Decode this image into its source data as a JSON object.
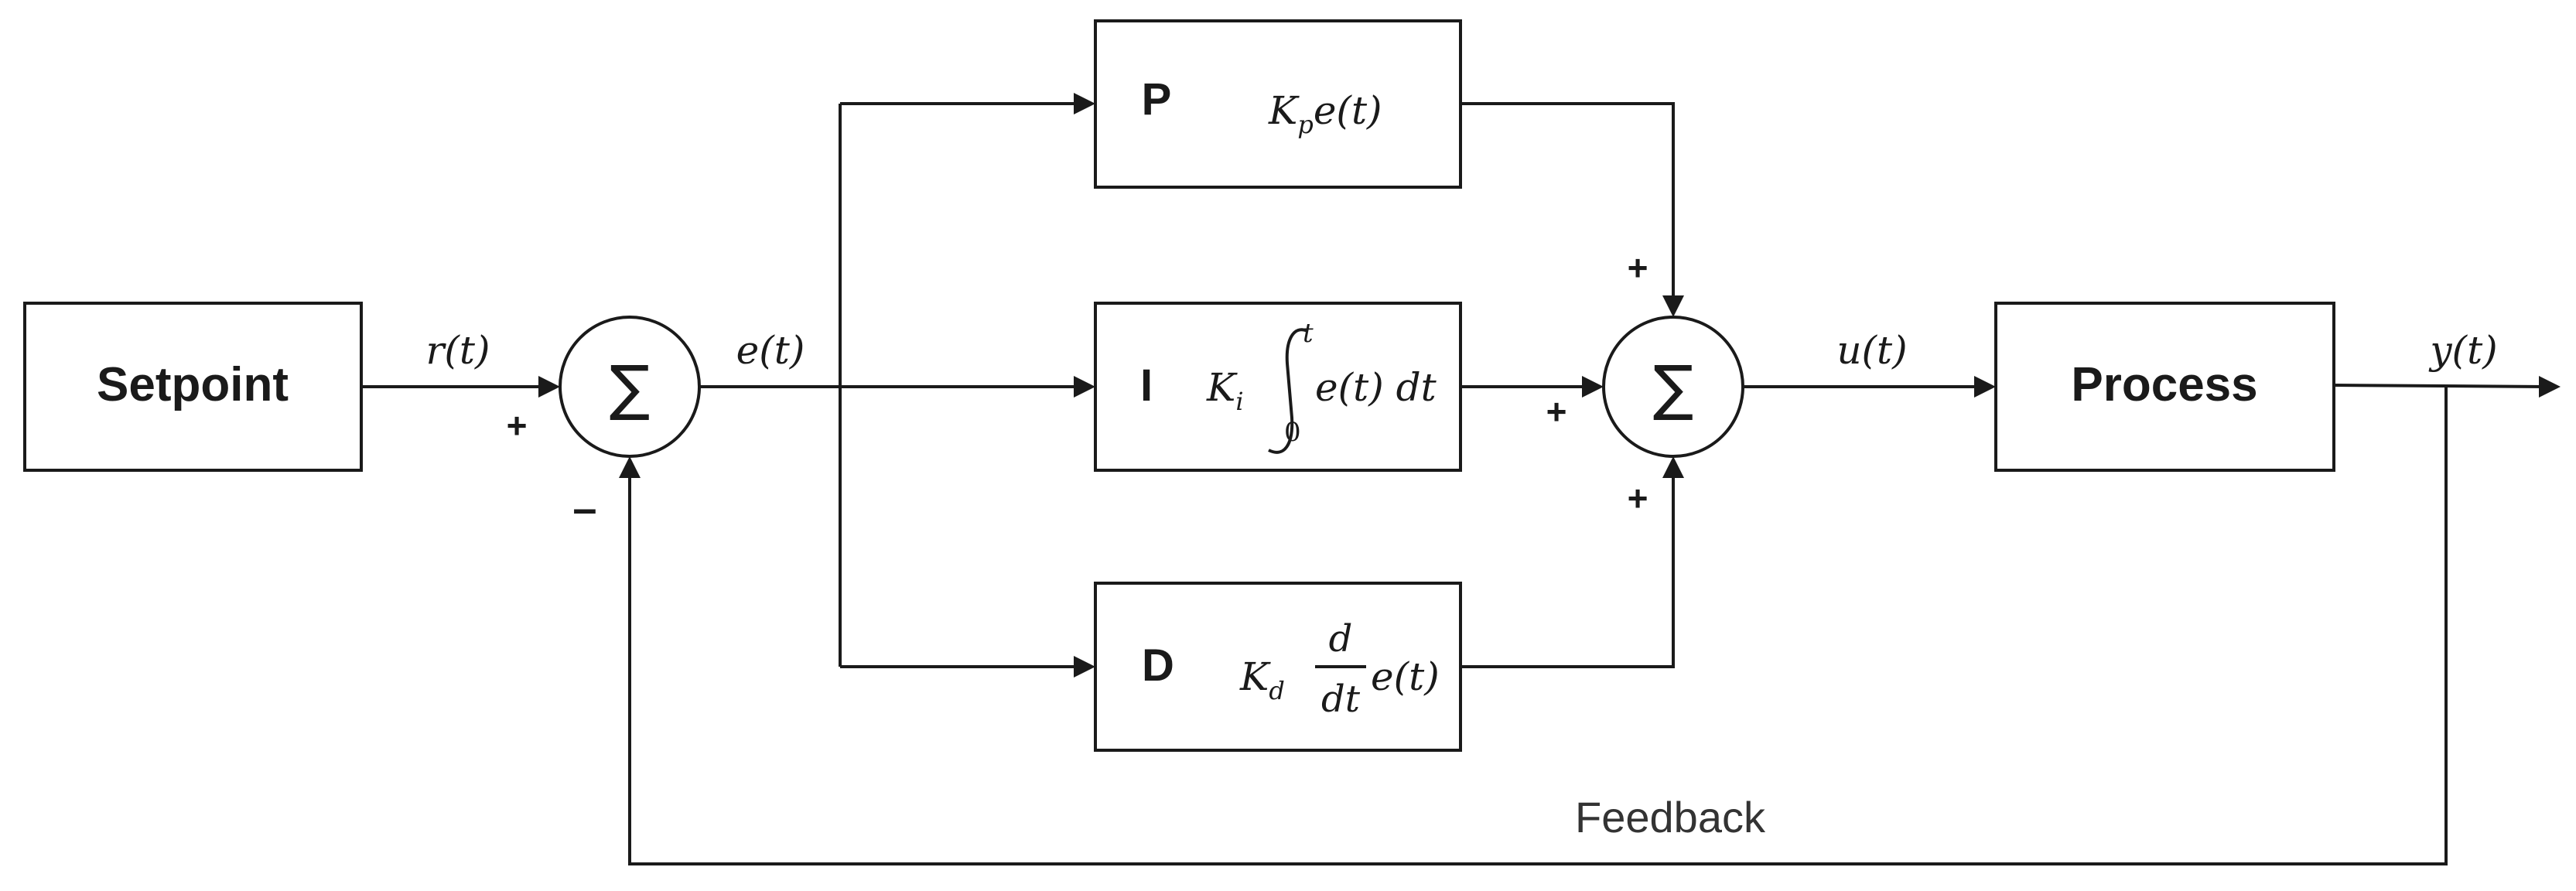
{
  "blocks": {
    "setpoint": "Setpoint",
    "process": "Process",
    "p_letter": "P",
    "i_letter": "I",
    "d_letter": "D"
  },
  "formulas": {
    "p": {
      "gain": "K",
      "sub": "p",
      "body": "e(t)"
    },
    "i": {
      "gain": "K",
      "sub": "i",
      "upper": "t",
      "lower": "0",
      "integrand": "e(t) dt"
    },
    "d": {
      "gain": "K",
      "sub": "d",
      "num": "d",
      "den": "dt",
      "body": "e(t)"
    }
  },
  "signals": {
    "reference": "r(t)",
    "error": "e(t)",
    "control": "u(t)",
    "output": "y(t)"
  },
  "summing": {
    "symbol": "∑",
    "error_plus": "+",
    "error_minus": "–",
    "pid_top_plus": "+",
    "pid_left_plus": "+",
    "pid_bottom_plus": "+"
  },
  "feedback_label": "Feedback",
  "colors": {
    "line": "#1a1a1a",
    "background": "#ffffff",
    "feedback_text": "#333333"
  }
}
